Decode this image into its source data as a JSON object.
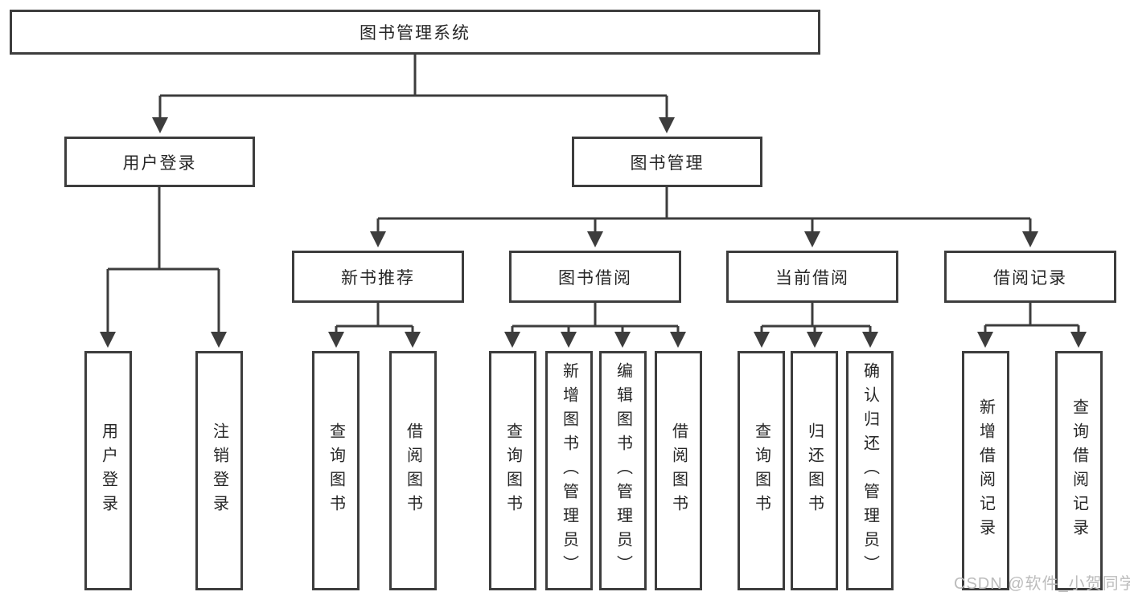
{
  "colors": {
    "line": "#3d3d3d",
    "text": "#262626",
    "watermark": "#bcbcbc",
    "background": "#ffffff"
  },
  "tree": {
    "root": "图书管理系统",
    "user_login": {
      "label": "用户登录",
      "children": [
        "用户登录",
        "注销登录"
      ]
    },
    "book_mgmt": {
      "label": "图书管理",
      "sections": [
        {
          "label": "新书推荐",
          "children": [
            "查询图书",
            "借阅图书"
          ]
        },
        {
          "label": "图书借阅",
          "children": [
            "查询图书",
            "新增图书（管理员）",
            "编辑图书（管理员）",
            "借阅图书"
          ]
        },
        {
          "label": "当前借阅",
          "children": [
            "查询图书",
            "归还图书",
            "确认归还（管理员）"
          ]
        },
        {
          "label": "借阅记录",
          "children": [
            "新增借阅记录",
            "查询借阅记录"
          ]
        }
      ]
    }
  },
  "watermark": "CSDN @软件_小贺同学"
}
